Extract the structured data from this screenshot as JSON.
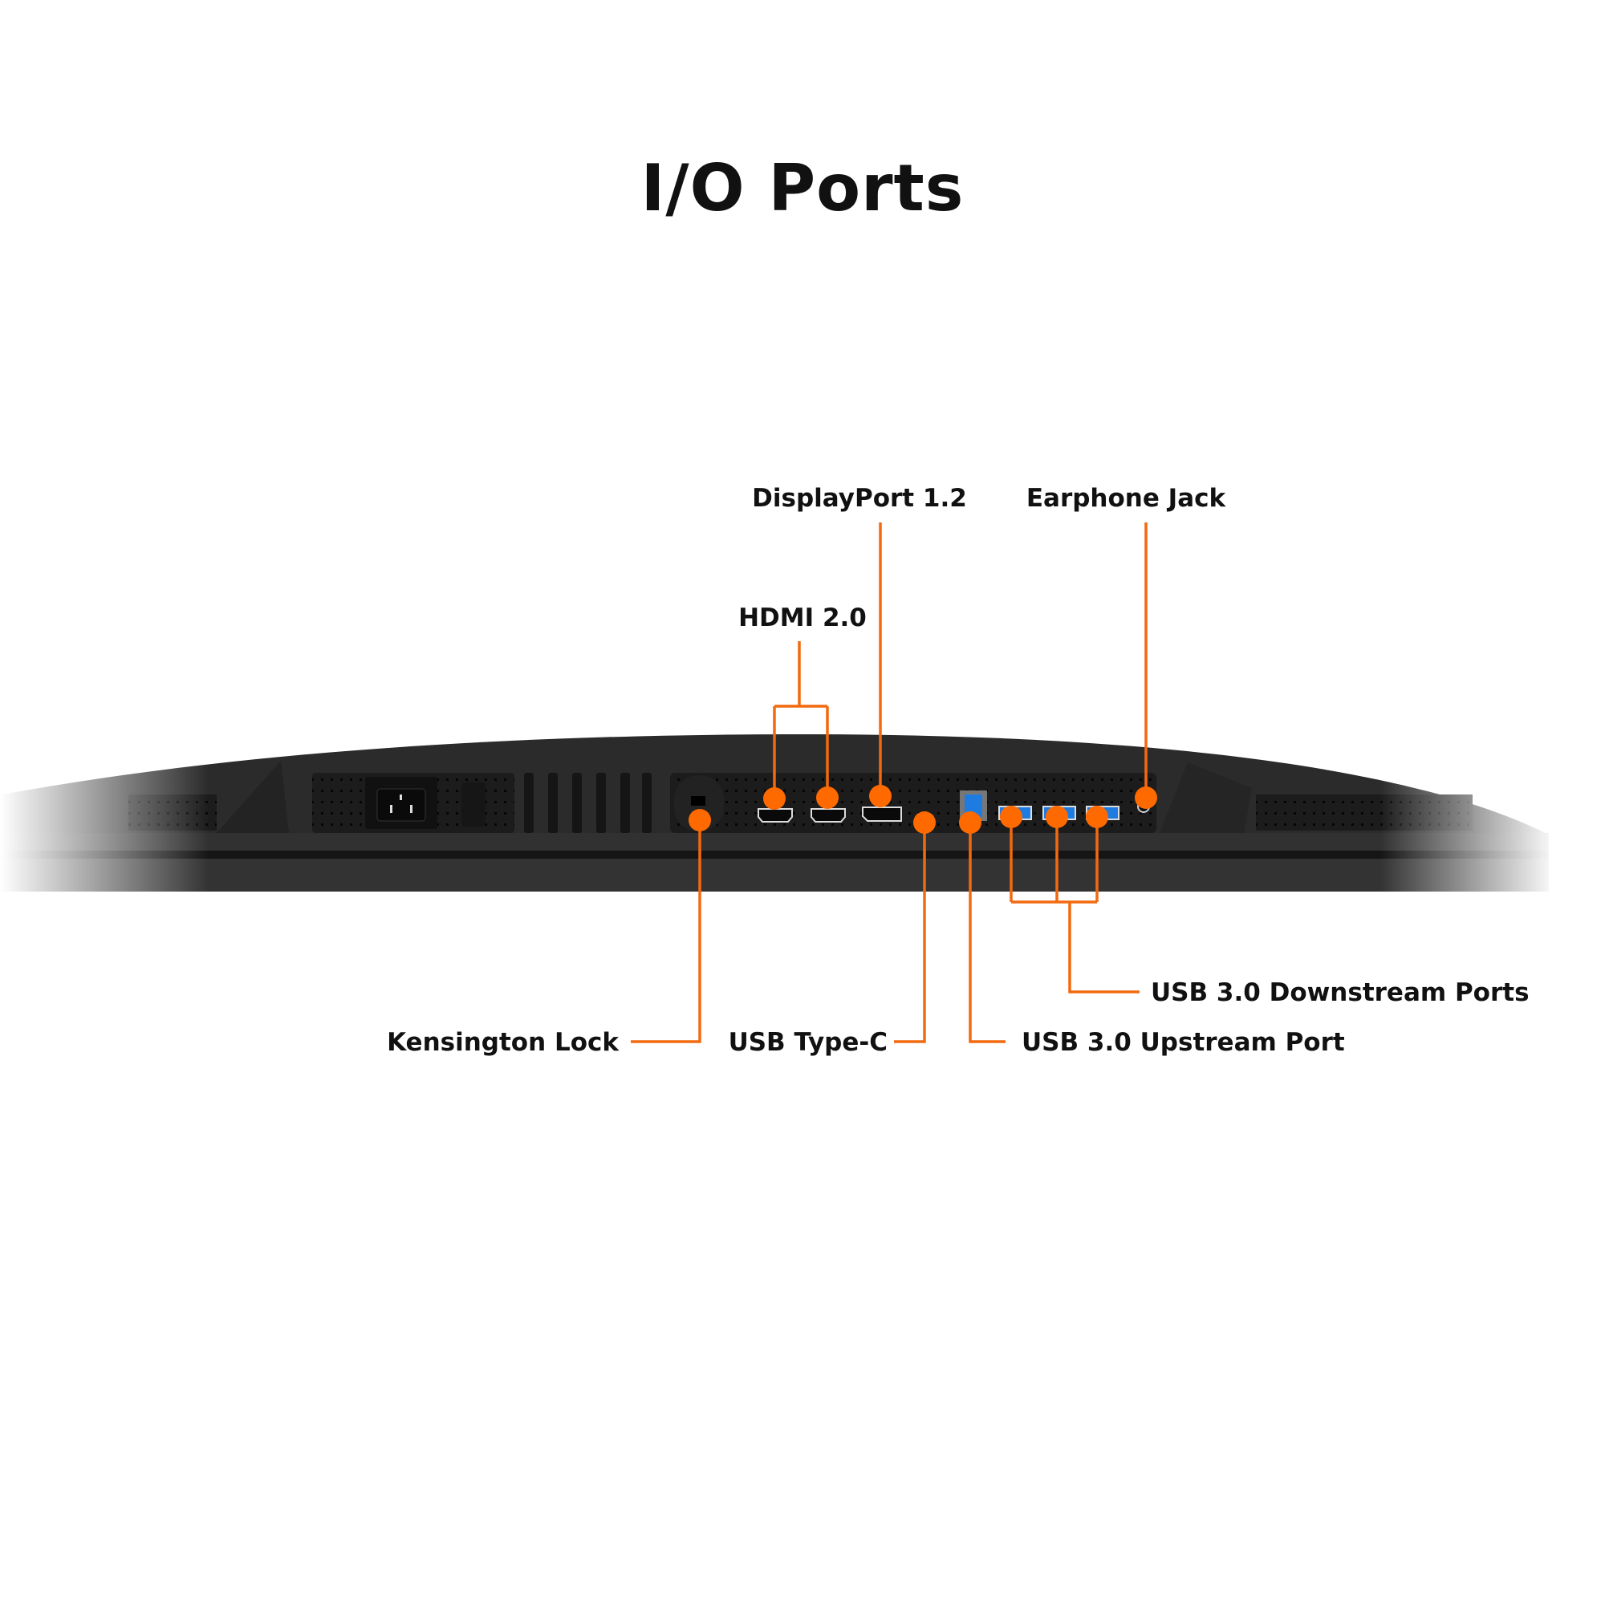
{
  "title": "I/O Ports",
  "accent_color": "#ff6a00",
  "labels": {
    "displayport": "DisplayPort 1.2",
    "earphone": "Earphone Jack",
    "hdmi": "HDMI 2.0",
    "kensington": "Kensington Lock",
    "usb_c": "USB Type-C",
    "usb_upstream": "USB 3.0 Upstream Port",
    "usb_downstream": "USB 3.0 Downstream Ports"
  }
}
